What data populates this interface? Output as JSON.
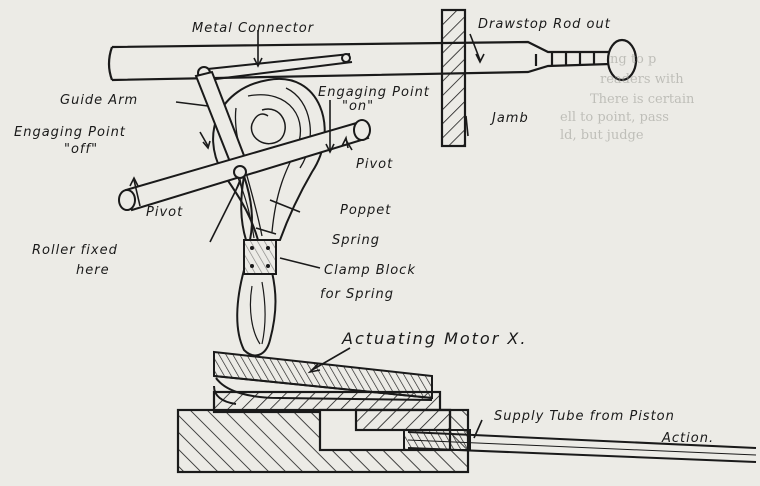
{
  "figure": {
    "labels": {
      "metal_connector": "Metal Connector",
      "drawstop_rod_out": "Drawstop Rod out",
      "guide_arm": "Guide Arm",
      "engaging_point_on_line1": "Engaging Point",
      "engaging_point_on_line2": "\"on\"",
      "engaging_point_off_line1": "Engaging Point",
      "engaging_point_off_line2": "\"off\"",
      "jamb": "Jamb",
      "pivot_right": "Pivot",
      "pivot_left": "Pivot",
      "poppet": "Poppet",
      "spring": "Spring",
      "roller_line1": "Roller fixed",
      "roller_line2": "here",
      "clamp_line1": "Clamp Block",
      "clamp_line2": "for Spring",
      "actuating_motor": "Actuating Motor X.",
      "supply_line1": "Supply Tube from Piston",
      "supply_line2": "Action."
    },
    "show_through_text": [
      "ng to p",
      "readers with",
      "There is certain",
      "ell to point, pass",
      "ld, but judge"
    ],
    "colors": {
      "paper": "#ecebe6",
      "ink": "#1a1a1a"
    }
  }
}
